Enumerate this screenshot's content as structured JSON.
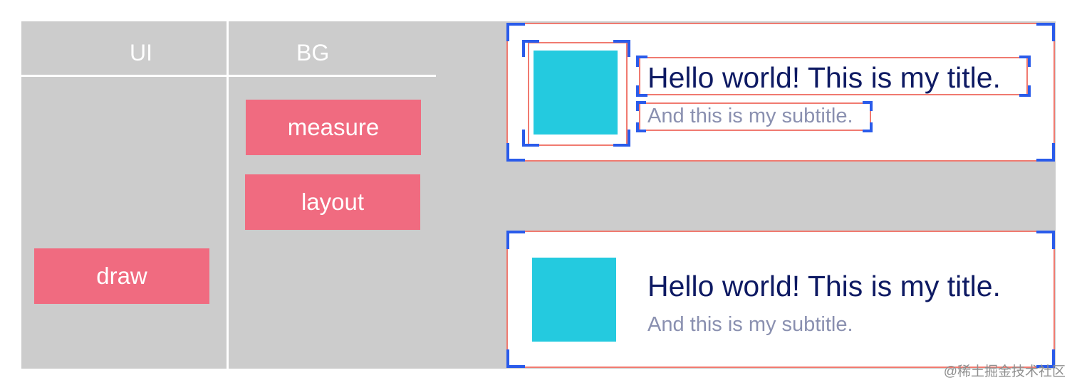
{
  "pipeline": {
    "columns": [
      {
        "label": "UI"
      },
      {
        "label": "BG"
      }
    ],
    "tasks": {
      "measure": "measure",
      "layout": "layout",
      "draw": "draw"
    }
  },
  "card_annotated": {
    "title": "Hello world! This is my title.",
    "subtitle": "And this is my subtitle."
  },
  "card_final": {
    "title": "Hello world! This is my title.",
    "subtitle": "And this is my subtitle."
  },
  "watermark": "@稀土掘金技术社区",
  "colors": {
    "panel": "#cccccc",
    "task": "#f06b80",
    "thumbnail": "#24cadf",
    "title": "#0e1a63",
    "subtitle": "#8a90b0",
    "outline_red": "#f07a70",
    "bracket_blue": "#2a5bea"
  }
}
